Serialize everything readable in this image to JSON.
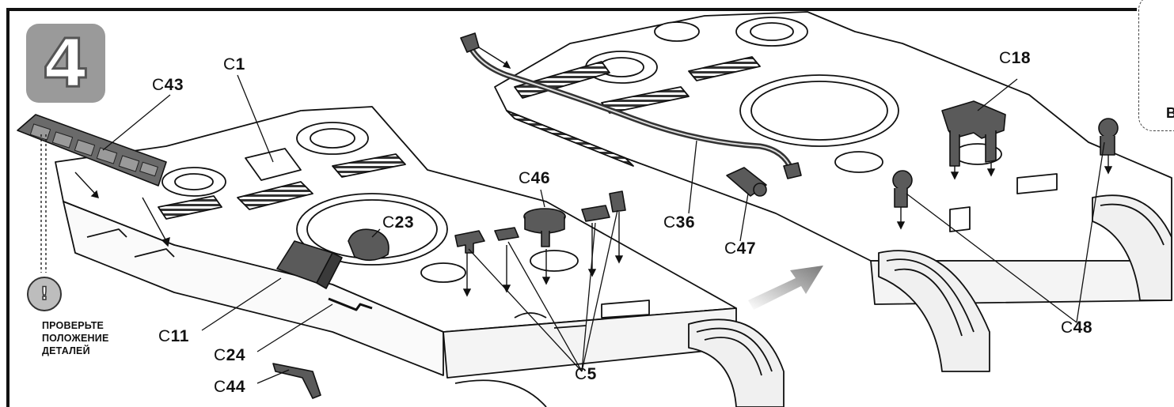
{
  "step_number": "4",
  "warning": {
    "icon_symbol": "!",
    "lines": [
      "ПРОВЕРЬТЕ",
      "ПОЛОЖЕНИЕ",
      "ДЕТАЛЕЙ"
    ]
  },
  "inset_letter": "В",
  "callouts": {
    "c1": {
      "prefix": "C",
      "num": "1"
    },
    "c43": {
      "prefix": "C",
      "num": "43"
    },
    "c23": {
      "prefix": "C",
      "num": "23"
    },
    "c46": {
      "prefix": "C",
      "num": "46"
    },
    "c11": {
      "prefix": "C",
      "num": "11"
    },
    "c24": {
      "prefix": "C",
      "num": "24"
    },
    "c44": {
      "prefix": "C",
      "num": "44"
    },
    "c5": {
      "prefix": "C",
      "num": "5"
    },
    "c36": {
      "prefix": "C",
      "num": "36"
    },
    "c47": {
      "prefix": "C",
      "num": "47"
    },
    "c18": {
      "prefix": "C",
      "num": "18"
    },
    "c48": {
      "prefix": "C",
      "num": "48"
    }
  },
  "colors": {
    "badge_fill": "#9a9a9a",
    "part_fill": "#5a5a5a",
    "line": "#111111",
    "arrow_gradient_end": "#8c8c8c"
  }
}
